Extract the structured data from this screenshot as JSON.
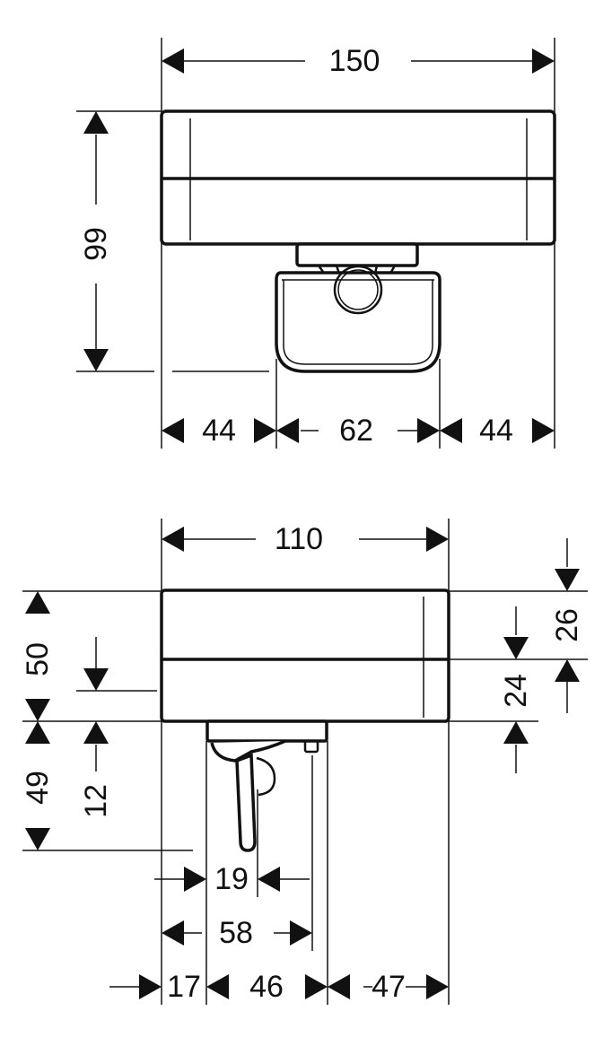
{
  "top_view": {
    "width_overall": "150",
    "height_overall": "99",
    "offset_left": "44",
    "cup_width": "62",
    "offset_right": "44"
  },
  "side_view": {
    "depth_overall": "110",
    "body_height": "50",
    "below_height": "49",
    "lever_offset": "12",
    "top_part": "26",
    "lower_part": "24",
    "lever_width": "19",
    "lever_reach": "58",
    "dim_17": "17",
    "dim_46": "46",
    "dim_47": "47"
  },
  "colors": {
    "line": "#111111",
    "background": "#ffffff"
  }
}
